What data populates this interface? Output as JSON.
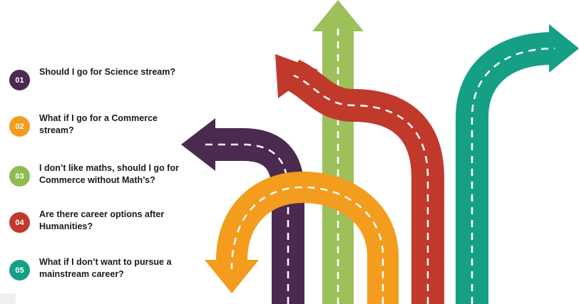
{
  "items": [
    {
      "num": "01",
      "text": "Should I go for Science stream?",
      "color": "#4a2a4f"
    },
    {
      "num": "02",
      "text": "What if I go for a Commerce stream?",
      "color": "#f39c1e"
    },
    {
      "num": "03",
      "text": "I don’t like maths, should I go for Commerce without Math’s?",
      "color": "#8fbb4f"
    },
    {
      "num": "04",
      "text": "Are there career options after Humanities?",
      "color": "#c0392b"
    },
    {
      "num": "05",
      "text": "What  if I don’t want to pursue a mainstream career?",
      "color": "#15a086"
    }
  ],
  "arrow_colors": {
    "purple": "#4a2a4f",
    "orange": "#f39c1e",
    "green": "#9cc05a",
    "red": "#c0392b",
    "teal": "#15a086",
    "dash": "#ffffff"
  }
}
